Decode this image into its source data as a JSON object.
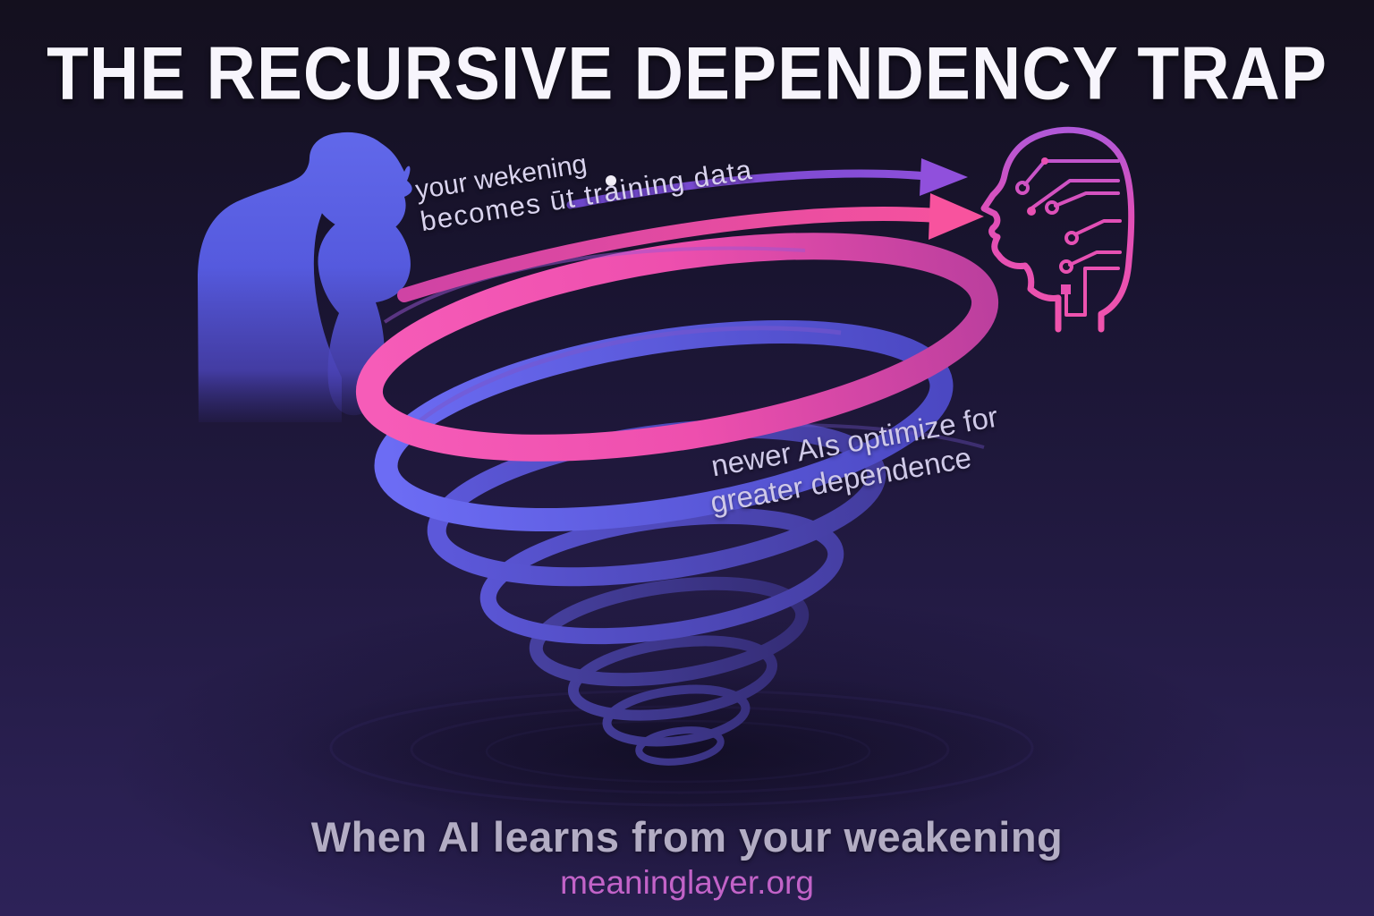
{
  "poster": {
    "title": "THE RECURSIVE DEPENDENCY TRAP",
    "subtitle": "When AI learns from your weakening",
    "website": "meaninglayer.org"
  },
  "annotations": {
    "arrow_label_line1": "your wekening",
    "arrow_label_line2": "becomes ūt training data",
    "spiral_label_line1": "newer AIs optimize for",
    "spiral_label_line2": "greater dependence"
  },
  "icons": {
    "person": "distressed-person-silhouette",
    "ai_head": "ai-circuit-head-icon",
    "spiral": "dependency-spiral",
    "arrow_top": "purple-feedback-arrow",
    "arrow_bottom": "pink-feedback-arrow"
  },
  "colors": {
    "background_top": "#14101e",
    "background_bottom": "#2d2258",
    "title": "#f7f5fc",
    "subtitle": "#b3adc4",
    "website": "#c263c8",
    "annotation_text": "#d9d3ee",
    "spiral_pink": "#ee4fae",
    "spiral_blue": "#5b5ae0",
    "spiral_deep": "#352c7c",
    "person_silhouette": "#5c60e6",
    "ai_head_outline": "#e850b2",
    "arrow_purple": "#8a4fd8"
  }
}
